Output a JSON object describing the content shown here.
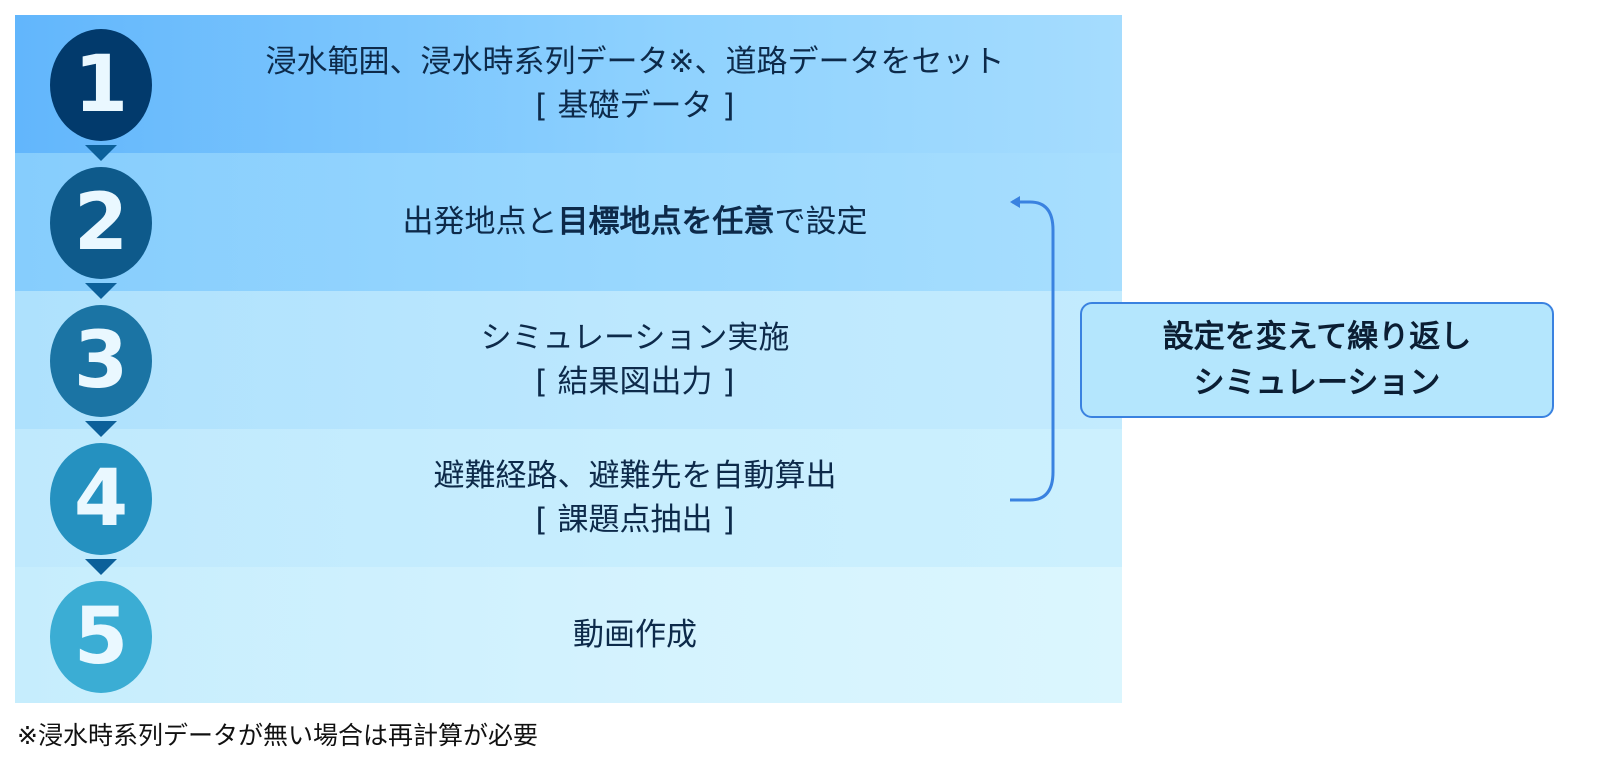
{
  "steps": [
    {
      "number": "1",
      "lines": [
        "浸水範囲、浸水時系列データ※、道路データをセット",
        "[ 基礎データ ]"
      ],
      "circle_color": "#023a6c"
    },
    {
      "number": "2",
      "parts": [
        {
          "text": "出発地点と",
          "bold": false
        },
        {
          "text": "目標地点を任意",
          "bold": true
        },
        {
          "text": "で設定",
          "bold": false
        }
      ],
      "circle_color": "#0e5a8b"
    },
    {
      "number": "3",
      "lines": [
        "シミュレーション実施",
        "[ 結果図出力 ]"
      ],
      "circle_color": "#1b74a4"
    },
    {
      "number": "4",
      "lines": [
        "避難経路、避難先を自動算出",
        "[ 課題点抽出 ]"
      ],
      "circle_color": "#2591c0"
    },
    {
      "number": "5",
      "lines": [
        "動画作成"
      ],
      "circle_color": "#3badd4"
    }
  ],
  "loop_note": {
    "lines": [
      "設定を変えて繰り返し",
      "シミュレーション"
    ],
    "color": "#3a82e0"
  },
  "footnote": "※浸水時系列データが無い場合は再計算が必要"
}
